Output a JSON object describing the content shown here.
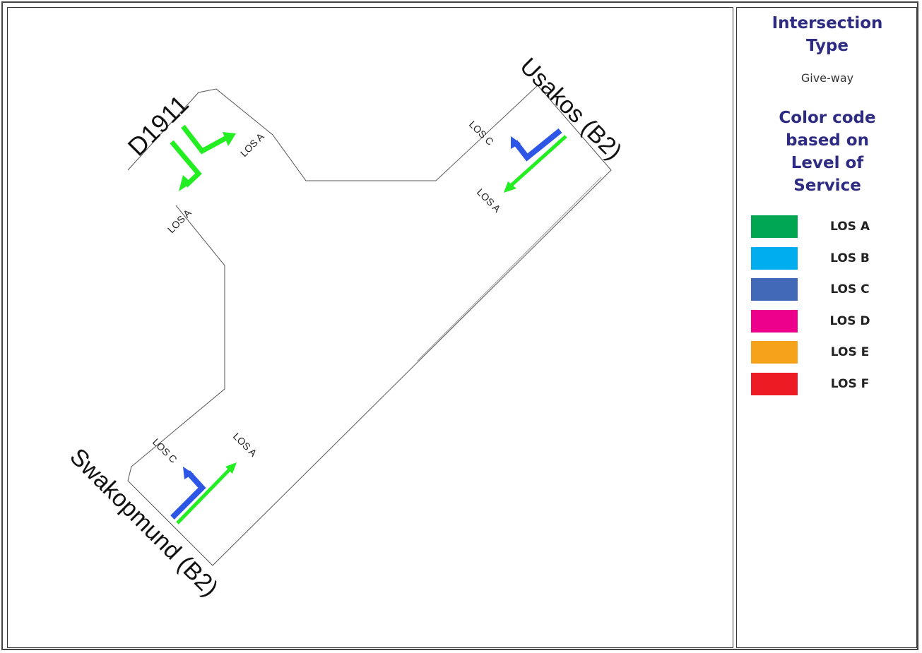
{
  "map": {
    "roads": {
      "d1911": "D1911",
      "usakos": "Usakos (B2)",
      "swakopmund": "Swakopmund (B2)"
    },
    "movement_labels": {
      "d1911_right": "LOS A",
      "d1911_down": "LOS A",
      "usakos_right": "LOS C",
      "usakos_through": "LOS A",
      "swakop_right": "LOS C",
      "swakop_through": "LOS A"
    }
  },
  "legend": {
    "type_title": "Intersection Type",
    "type_value": "Give-way",
    "code_title": "Color code based on Level of Service",
    "items": [
      {
        "label": "LOS A",
        "color": "#00a651"
      },
      {
        "label": "LOS B",
        "color": "#00aeef"
      },
      {
        "label": "LOS C",
        "color": "#4169b8"
      },
      {
        "label": "LOS D",
        "color": "#ec008c"
      },
      {
        "label": "LOS E",
        "color": "#f7a21b"
      },
      {
        "label": "LOS F",
        "color": "#ed1c24"
      }
    ]
  },
  "colors": {
    "arrow_los_a": "#22ee22",
    "arrow_los_c": "#2d55e6",
    "legend_title": "#2e2b83"
  }
}
